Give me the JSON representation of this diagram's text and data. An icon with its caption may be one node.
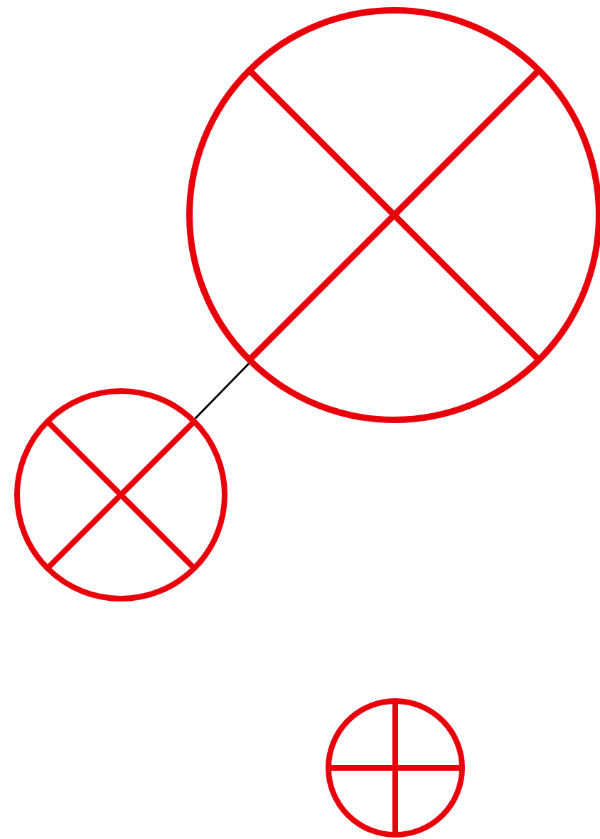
{
  "diagram": {
    "nodes": [
      {
        "text": [],
        "shape": "circle"
      },
      {
        "text": [],
        "shape": "circle"
      },
      {
        "text": [],
        "shape": "circle"
      }
    ],
    "edges": [
      {
        "from": 0,
        "to": 1,
        "arrow": "none"
      }
    ]
  }
}
